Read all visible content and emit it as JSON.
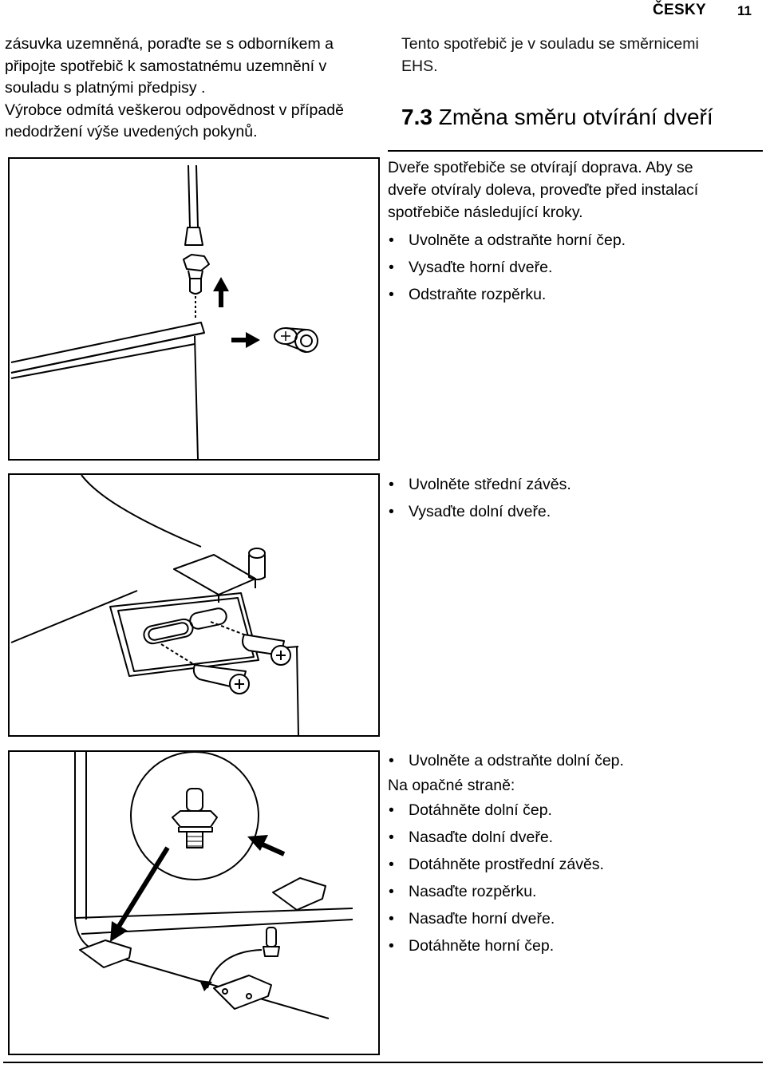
{
  "header": {
    "language": "ČESKY",
    "page_number": "11"
  },
  "left_column": {
    "lines": [
      "zásuvka uzemněná, poraďte se s odborníkem a",
      "připojte spotřebič k samostatnému uzemnění v",
      "souladu s platnými předpisy .",
      "Výrobce odmítá veškerou odpovědnost v případě",
      "nedodržení výše uvedených pokynů."
    ]
  },
  "right_column": {
    "intro_lines": [
      "Tento spotřebič je v souladu se směrnicemi",
      "EHS."
    ],
    "section_number": "7.3",
    "section_title": "Změna směru otvírání dveří"
  },
  "step_block_1": {
    "paragraph_lines": [
      "Dveře spotřebiče se otvírají doprava. Aby se",
      "dveře otvíraly doleva, proveďte před instalací",
      "spotřebiče následující kroky."
    ],
    "bullets": [
      "Uvolněte a odstraňte horní čep.",
      "Vysaďte horní dveře.",
      "Odstraňte rozpěrku."
    ]
  },
  "step_block_2": {
    "bullets": [
      "Uvolněte střední závěs.",
      "Vysaďte dolní dveře."
    ]
  },
  "step_block_3": {
    "bullets_before": [
      "Uvolněte a odstraňte dolní čep."
    ],
    "subheading": "Na opačné straně:",
    "bullets_after": [
      "Dotáhněte dolní čep.",
      "Nasaďte dolní dveře.",
      "Dotáhněte prostřední závěs.",
      "Nasaďte rozpěrku.",
      "Nasaďte horní dveře.",
      "Dotáhněte horní čep."
    ]
  },
  "bullet_glyph": "•"
}
